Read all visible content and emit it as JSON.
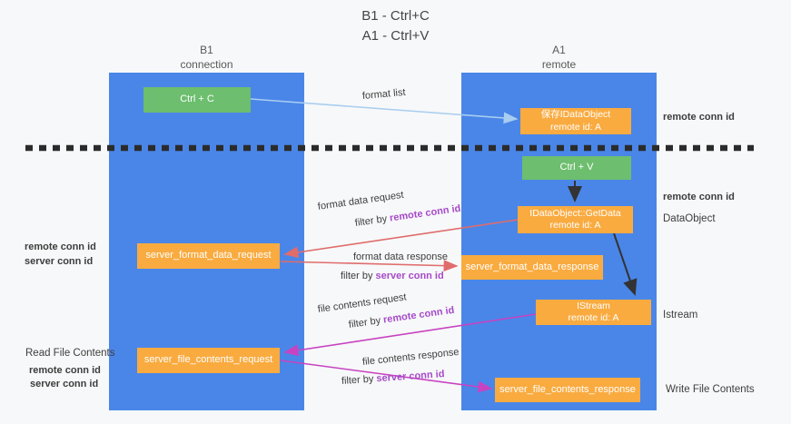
{
  "title": {
    "line1": "B1 - Ctrl+C",
    "line2": "A1 - Ctrl+V"
  },
  "lanes": {
    "left": {
      "title": "B1",
      "subtitle": "connection"
    },
    "right": {
      "title": "A1",
      "subtitle": "remote"
    }
  },
  "nodes": {
    "ctrl_c": {
      "label": "Ctrl + C"
    },
    "save_idataobject": {
      "line1": "保存IDataObject",
      "line2": "remote id: A"
    },
    "ctrl_v": {
      "label": "Ctrl + V"
    },
    "getdata": {
      "line1": "IDataObject::GetData",
      "line2": "remote id: A"
    },
    "format_request": {
      "label": "server_format_data_request"
    },
    "format_response": {
      "label": "server_format_data_response"
    },
    "istream": {
      "line1": "IStream",
      "line2": "remote id: A"
    },
    "file_request": {
      "label": "server_file_contents_request"
    },
    "file_response": {
      "label": "server_file_contents_response"
    }
  },
  "flow_labels": {
    "format_list": "format list",
    "format_data_request": "format data request",
    "format_data_response": "format data response",
    "file_contents_request": "file contents request",
    "file_contents_response": "file contents response",
    "filter_by": "filter by ",
    "remote_conn_id": "remote conn id",
    "server_conn_id": "server conn id"
  },
  "side_labels": {
    "right_top_remote_conn_id": "remote conn id",
    "right_mid_remote_conn_id": "remote conn id",
    "dataobject": "DataObject",
    "istream": "Istream",
    "write_file_contents": "Write File Contents",
    "left_remote_conn_id": "remote conn id",
    "left_server_conn_id": "server conn id",
    "read_file_contents": "Read File Contents",
    "left2_remote_conn_id": "remote conn id",
    "left2_server_conn_id": "server conn id"
  },
  "colors": {
    "lane_blue": "#4a86e8",
    "node_orange": "#f9ab40",
    "node_green": "#6dbe6e",
    "arrow_red": "#e06c6c",
    "arrow_magenta": "#c743c1",
    "arrow_light_blue": "#a8cdf0",
    "arrow_black": "#333333",
    "divider_black": "#2b2b2b",
    "text_purple": "#a64ac9",
    "text_green": "#66a852"
  }
}
